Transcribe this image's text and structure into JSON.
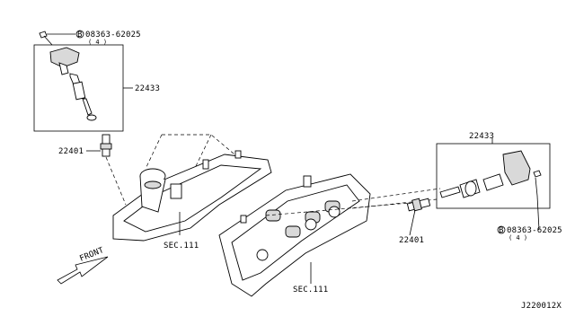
{
  "labels": {
    "bolt_top": "08363-62025",
    "bolt_top_qty": "( 4 )",
    "bolt_top_mark": "B",
    "coil_left": "22433",
    "plug_left": "22401",
    "sec_left": "SEC.111",
    "front": "FRONT",
    "coil_right": "22433",
    "plug_right": "22401",
    "bolt_right": "08363-62025",
    "bolt_right_qty": "( 4 )",
    "bolt_right_mark": "B",
    "sec_right": "SEC.111",
    "diagram_id": "J220012X"
  }
}
